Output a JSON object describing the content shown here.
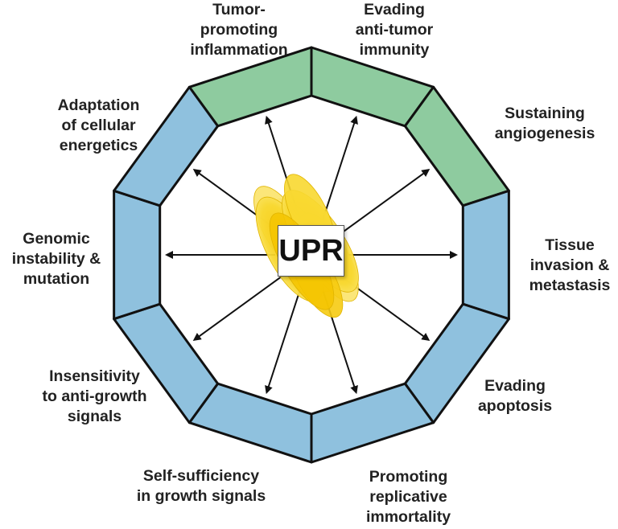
{
  "center_label": "UPR",
  "hallmarks": [
    {
      "id": "tumor-promoting-inflammation",
      "label": "Tumor-\npromoting\ninflammation",
      "color": "#8ecb9f"
    },
    {
      "id": "evading-anti-tumor-immunity",
      "label": "Evading\nanti-tumor\nimmunity",
      "color": "#8ecb9f"
    },
    {
      "id": "sustaining-angiogenesis",
      "label": "Sustaining\nangiogenesis",
      "color": "#8ecb9f"
    },
    {
      "id": "tissue-invasion-metastasis",
      "label": "Tissue\ninvasion &\nmetastasis",
      "color": "#8fc1de"
    },
    {
      "id": "evading-apoptosis",
      "label": "Evading\napoptosis",
      "color": "#8fc1de"
    },
    {
      "id": "promoting-replicative-immortality",
      "label": "Promoting\nreplicative\nimmortality",
      "color": "#8fc1de"
    },
    {
      "id": "self-sufficiency-growth-signals",
      "label": "Self-sufficiency\nin growth signals",
      "color": "#8fc1de"
    },
    {
      "id": "insensitivity-anti-growth-signals",
      "label": "Insensitivity\nto anti-growth\nsignals",
      "color": "#8fc1de"
    },
    {
      "id": "genomic-instability-mutation",
      "label": "Genomic\ninstability &\nmutation",
      "color": "#8fc1de"
    },
    {
      "id": "adaptation-cellular-energetics",
      "label": "Adaptation\nof cellular\nenergetics",
      "color": "#8fc1de"
    }
  ],
  "colors": {
    "ring_outline": "#111111",
    "arrow": "#111111",
    "petal_fill": "#f7d21c",
    "petal_light": "#fbea6e"
  }
}
